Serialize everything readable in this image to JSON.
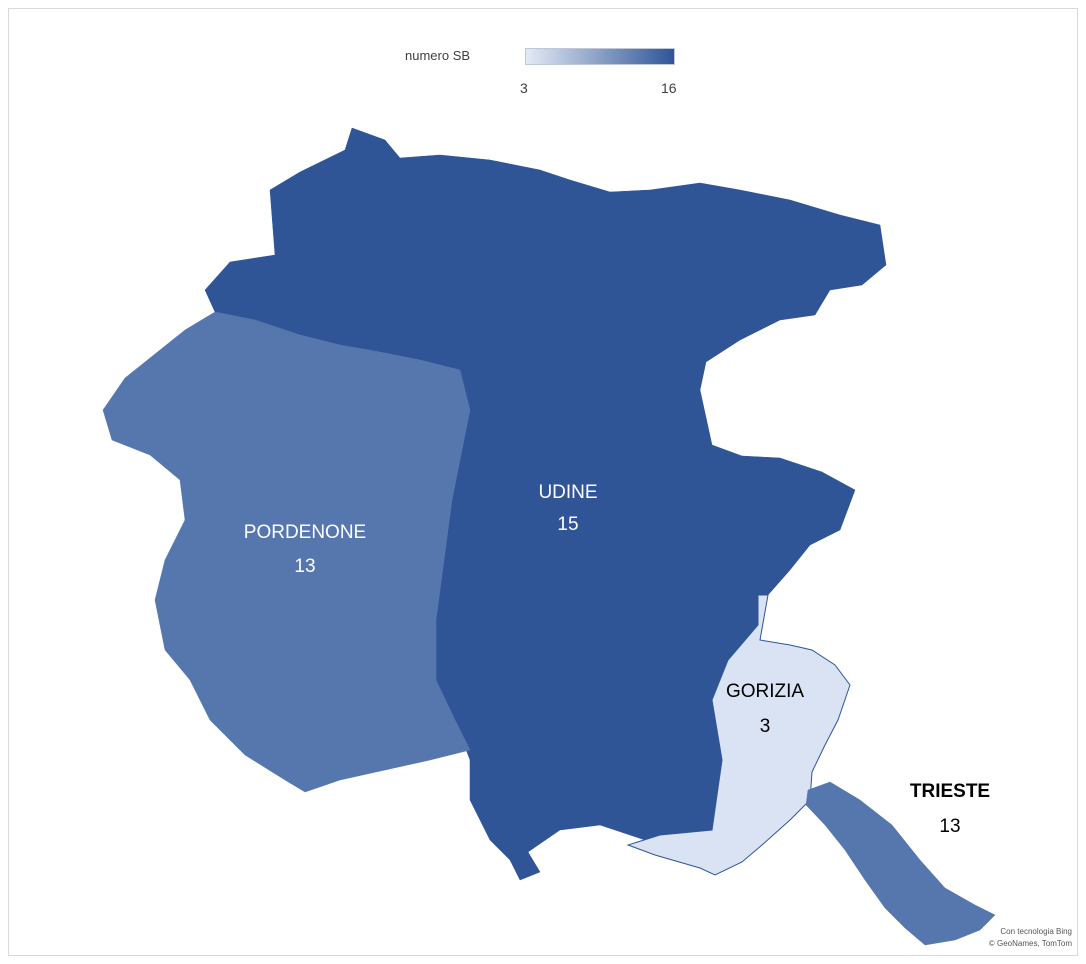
{
  "legend": {
    "label": "numero SB",
    "min": "3",
    "max": "16",
    "color_min": "#e3eaf6",
    "color_max": "#2f5597"
  },
  "regions": [
    {
      "name": "PORDENONE",
      "value": 13,
      "value_label": "13",
      "color": "#5677ae",
      "text_color": "#ffffff"
    },
    {
      "name": "UDINE",
      "value": 15,
      "value_label": "15",
      "color": "#2f5597",
      "text_color": "#ffffff"
    },
    {
      "name": "GORIZIA",
      "value": 3,
      "value_label": "3",
      "color": "#dae3f3",
      "text_color": "#000000"
    },
    {
      "name": "TRIESTE",
      "value": 13,
      "value_label": "13",
      "color": "#5677ae",
      "text_color": "#000000"
    }
  ],
  "attribution": {
    "line1": "Con tecnologia Bing",
    "line2": "© GeoNames, TomTom"
  }
}
